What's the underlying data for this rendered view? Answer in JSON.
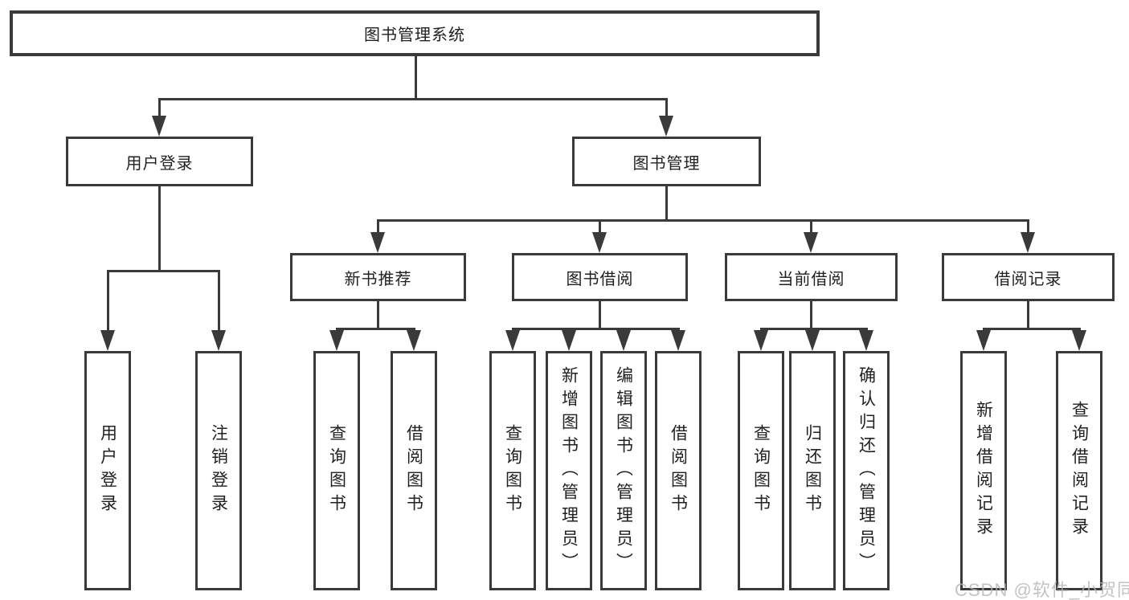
{
  "nodes": {
    "root": "图书管理系统",
    "level2": [
      "用户登录",
      "图书管理"
    ],
    "level3": [
      "新书推荐",
      "图书借阅",
      "当前借阅",
      "借阅记录"
    ],
    "leaves": [
      "用户登录",
      "注销登录",
      "查询图书",
      "借阅图书",
      "查询图书",
      "新增图书（管理员）",
      "编辑图书（管理员）",
      "借阅图书",
      "查询图书",
      "归还图书",
      "确认归还（管理员）",
      "新增借阅记录",
      "查询借阅记录"
    ]
  },
  "watermark": "CSDN @软件_小贺同学",
  "colors": {
    "line": "#3a3a3a",
    "text": "#212121",
    "watermark": "#b5b5b5",
    "background": "#ffffff"
  }
}
